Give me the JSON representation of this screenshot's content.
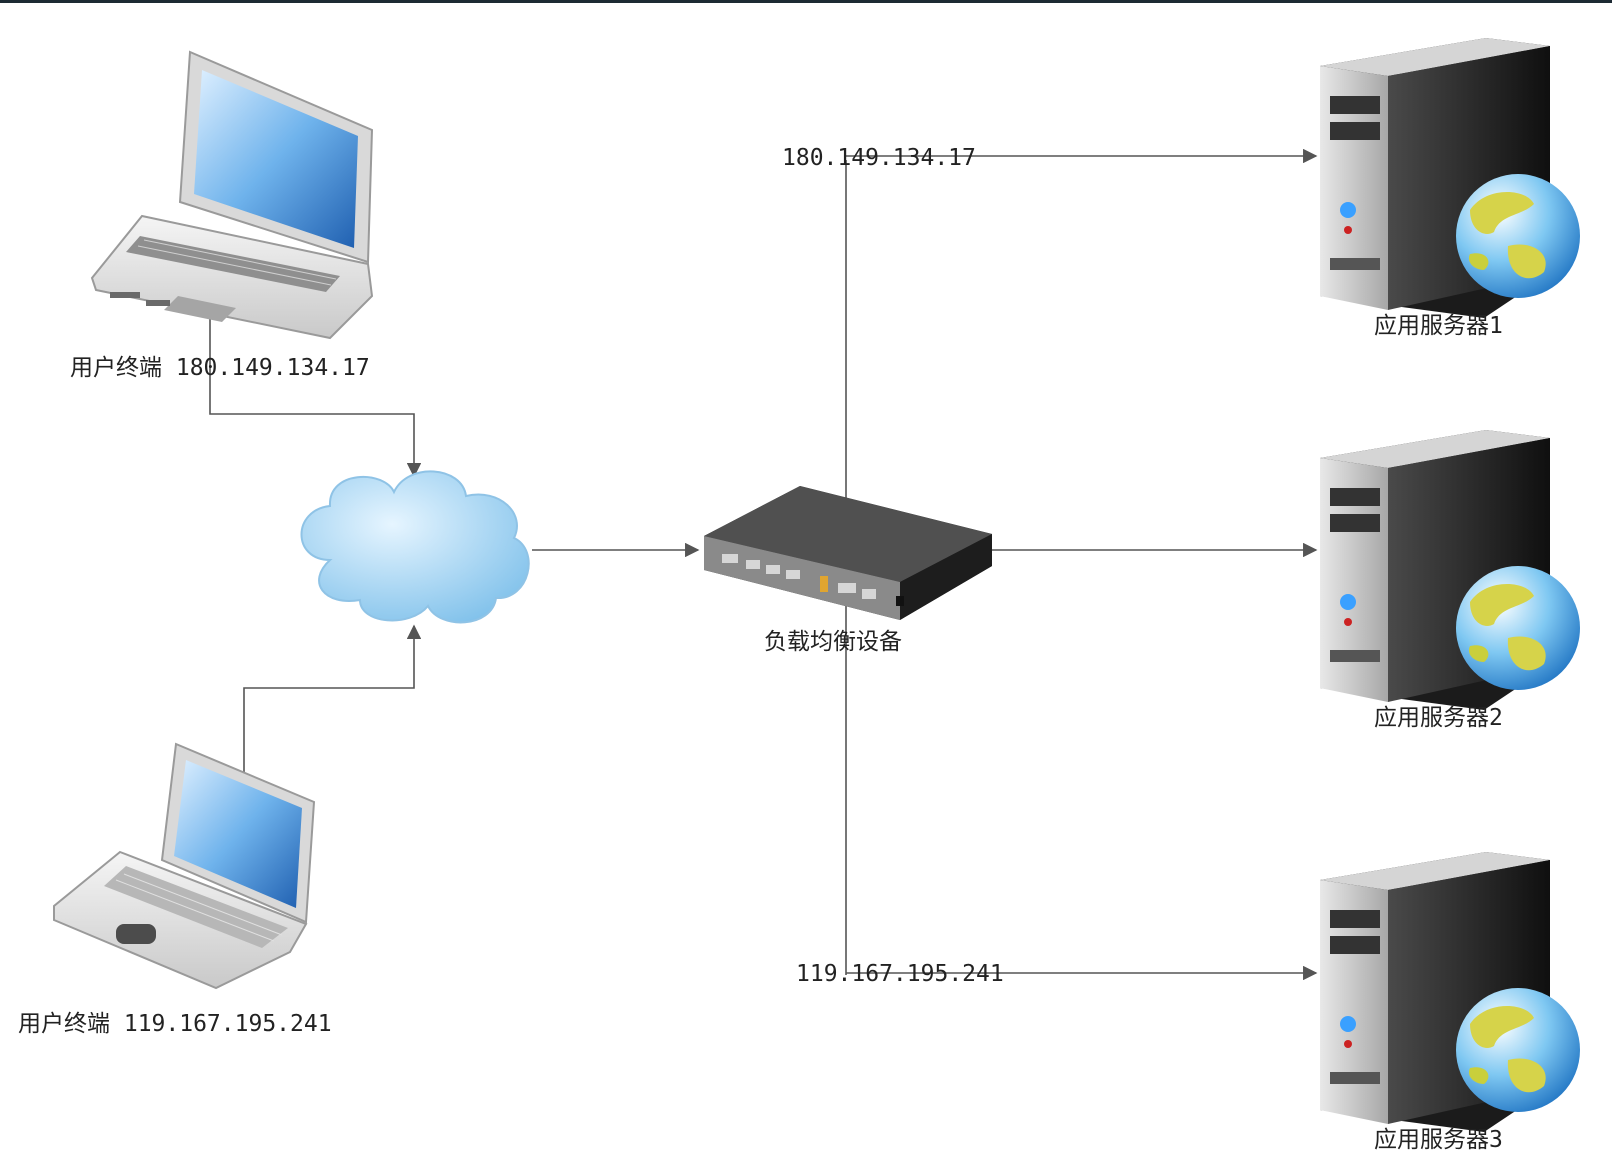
{
  "clients": [
    {
      "label": "用户终端 180.149.134.17"
    },
    {
      "label": "用户终端 119.167.195.241"
    }
  ],
  "network": {
    "icon": "cloud-icon"
  },
  "load_balancer": {
    "label": "负载均衡设备",
    "icon": "load-balancer-icon"
  },
  "links": [
    {
      "label": "180.149.134.17"
    },
    {
      "label": "119.167.195.241"
    }
  ],
  "servers": [
    {
      "label": "应用服务器1"
    },
    {
      "label": "应用服务器2"
    },
    {
      "label": "应用服务器3"
    }
  ],
  "colors": {
    "line": "#555555",
    "text": "#222222",
    "cloud": "#9fd0f0",
    "screen": "#3f8fd8",
    "server_body": "#2e2e2e"
  }
}
